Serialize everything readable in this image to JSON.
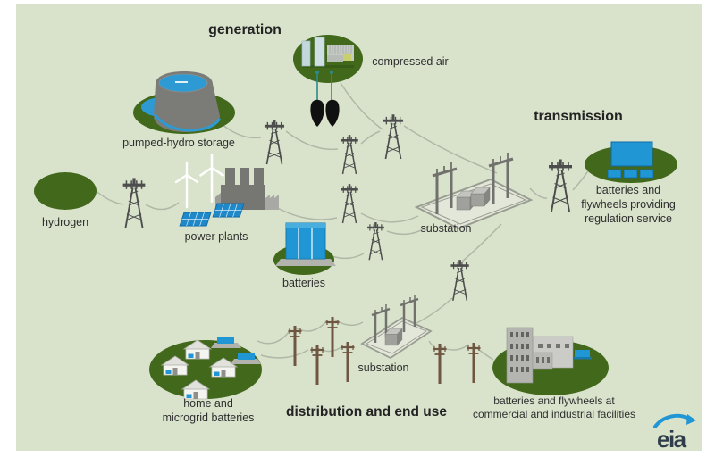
{
  "colors": {
    "background": "#d9e3cc",
    "page": "#ffffff",
    "ellipse_green": "#42681b",
    "storage_blue": "#2196d4",
    "water_blue": "#2d9ad4",
    "tower_gray": "#4d4d4d",
    "pole_brown": "#6f5640",
    "line_gray": "#b0b7a6",
    "cavern_black": "#101010",
    "text_dark": "#2e2e2e",
    "eia_blue": "#2196d4"
  },
  "sections": {
    "generation": "generation",
    "transmission": "transmission",
    "distribution": "distribution and end use"
  },
  "labels": {
    "compressed_air": "compressed air",
    "pumped_hydro": "pumped-hydro storage",
    "hydrogen": "hydrogen",
    "power_plants": "power plants",
    "batteries": "batteries",
    "substation_upper": "substation",
    "substation_lower": "substation",
    "regulation": {
      "line1": "batteries and",
      "line2": "flywheels providing",
      "line3": "regulation service"
    },
    "home": {
      "line1": "home and",
      "line2": "microgrid batteries"
    },
    "commercial": {
      "line1": "batteries and flywheels at",
      "line2": "commercial and industrial facilities"
    }
  },
  "logo": {
    "text": "eia"
  }
}
